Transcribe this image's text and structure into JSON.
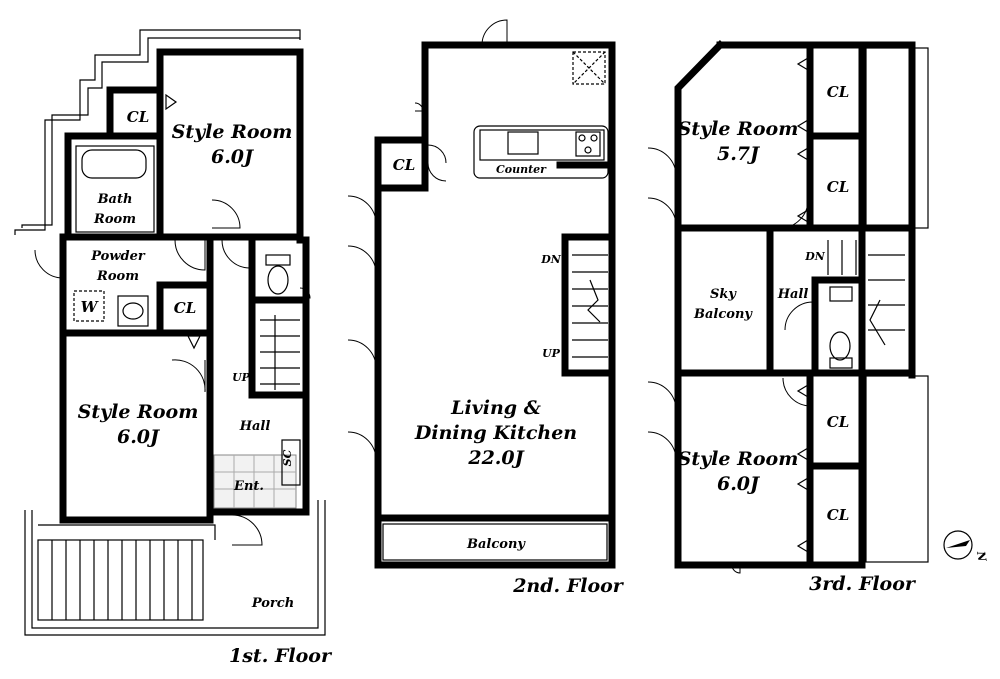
{
  "floors": [
    {
      "label": "1st. Floor"
    },
    {
      "label": "2nd. Floor"
    },
    {
      "label": "3rd. Floor"
    }
  ],
  "rooms": {
    "f1_style_top_name": "Style Room",
    "f1_style_top_size": "6.0J",
    "f1_style_bottom_name": "Style Room",
    "f1_style_bottom_size": "6.0J",
    "f1_bath_line1": "Bath",
    "f1_bath_line2": "Room",
    "f1_powder_line1": "Powder",
    "f1_powder_line2": "Room",
    "f1_cl_top": "CL",
    "f1_cl_mid": "CL",
    "f1_w": "W",
    "f1_hall": "Hall",
    "f1_up": "UP",
    "f1_sc": "SC",
    "f1_ent": "Ent.",
    "f1_porch": "Porch",
    "f2_cl": "CL",
    "f2_counter": "Counter",
    "f2_dn": "DN",
    "f2_up": "UP",
    "f2_ldk_line1": "Living &",
    "f2_ldk_line2": "Dining Kitchen",
    "f2_ldk_size": "22.0J",
    "f2_balcony": "Balcony",
    "f3_style_top_name": "Style Room",
    "f3_style_top_size": "5.7J",
    "f3_style_bottom_name": "Style Room",
    "f3_style_bottom_size": "6.0J",
    "f3_cl_1": "CL",
    "f3_cl_2": "CL",
    "f3_cl_3": "CL",
    "f3_cl_4": "CL",
    "f3_sky_line1": "Sky",
    "f3_sky_line2": "Balcony",
    "f3_hall": "Hall",
    "f3_dn": "DN",
    "compass_n": "N"
  }
}
